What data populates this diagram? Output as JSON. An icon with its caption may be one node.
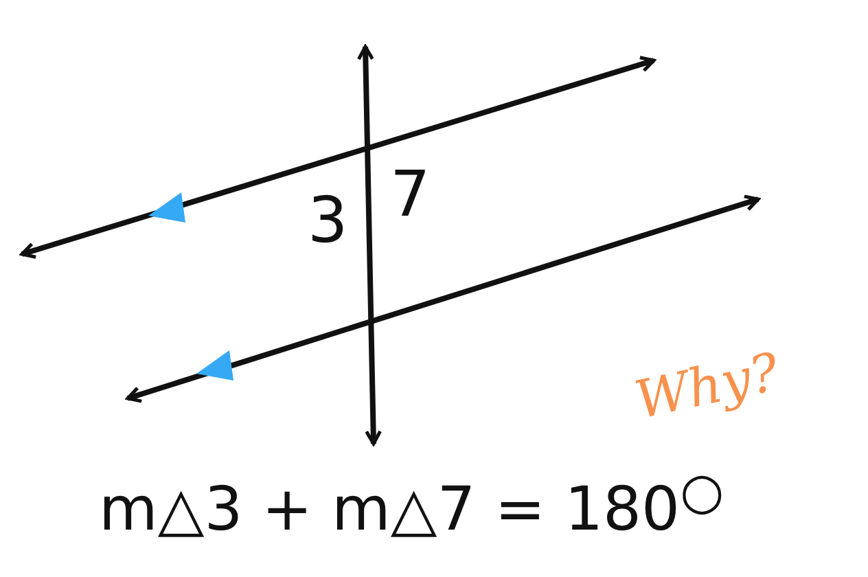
{
  "diagram": {
    "labels": [
      "3",
      "7",
      "m△3 + m△7 = 180$^{○}$",
      "Why?"
    ]
  }
}
